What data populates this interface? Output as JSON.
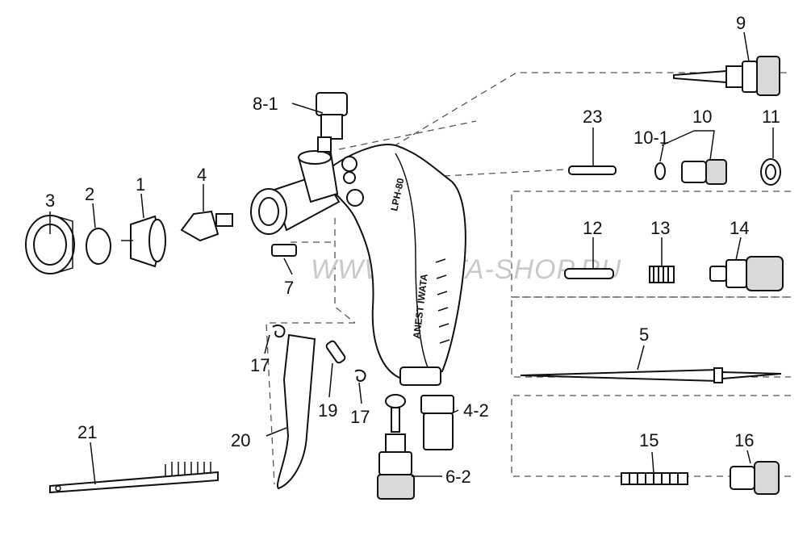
{
  "watermark": "WWW.IWATA-SHOP.RU",
  "gun": {
    "model": "LPH-80",
    "brand": "ANEST IWATA"
  },
  "part_labels": {
    "p1": "1",
    "p2": "2",
    "p3": "3",
    "p4": "4",
    "p4_2": "4-2",
    "p5": "5",
    "p6_2": "6-2",
    "p7": "7",
    "p8_1": "8-1",
    "p9": "9",
    "p10": "10",
    "p10_1": "10-1",
    "p11": "11",
    "p12": "12",
    "p13": "13",
    "p14": "14",
    "p15": "15",
    "p16": "16",
    "p17a": "17",
    "p17b": "17",
    "p19": "19",
    "p20": "20",
    "p21": "21",
    "p23": "23"
  }
}
